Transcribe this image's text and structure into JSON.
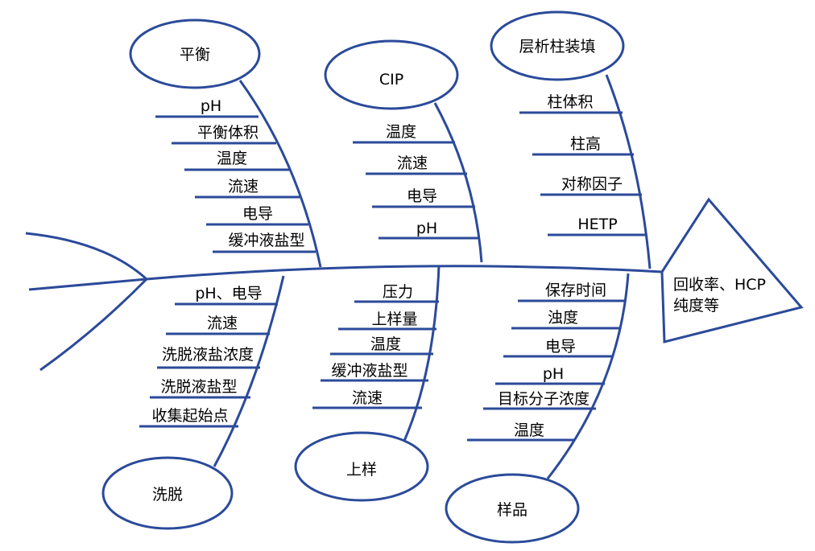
{
  "effect": {
    "line1": "回收率、HCP",
    "line2": "纯度等"
  },
  "causes": {
    "balance": {
      "label": "平衡",
      "factors": [
        "pH",
        "平衡体积",
        "温度",
        "流速",
        "电导",
        "缓冲液盐型"
      ]
    },
    "cip": {
      "label": "CIP",
      "factors": [
        "温度",
        "流速",
        "电导",
        "pH"
      ]
    },
    "packing": {
      "label": "层析柱装填",
      "factors": [
        "柱体积",
        "柱高",
        "对称因子",
        "HETP"
      ]
    },
    "elution": {
      "label": "洗脱",
      "factors": [
        "pH、电导",
        "流速",
        "洗脱液盐浓度",
        "洗脱液盐型",
        "收集起始点"
      ]
    },
    "loading": {
      "label": "上样",
      "factors": [
        "压力",
        "上样量",
        "温度",
        "缓冲液盐型",
        "流速"
      ]
    },
    "sample": {
      "label": "样品",
      "factors": [
        "保存时间",
        "浊度",
        "电导",
        "pH",
        "目标分子浓度",
        "温度"
      ]
    }
  }
}
